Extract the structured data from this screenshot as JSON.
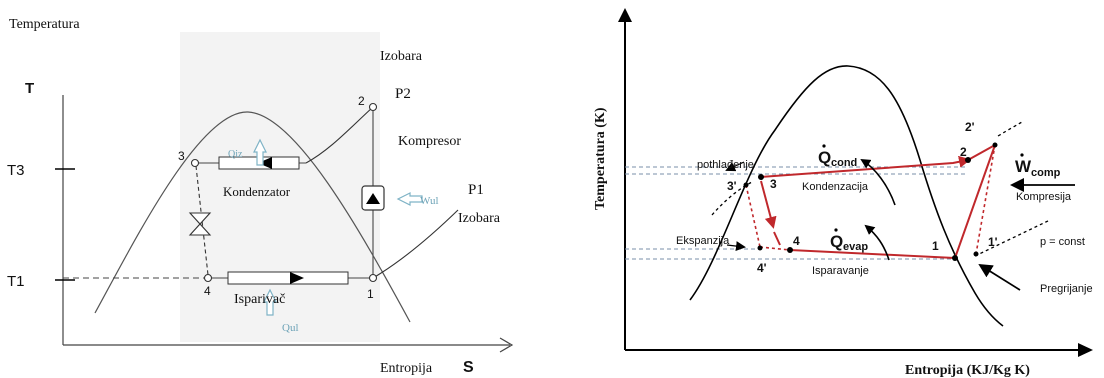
{
  "left": {
    "y_axis_label": "Temperatura",
    "x_axis_label": "Entropija",
    "x_symbol": "S",
    "y_symbol": "T",
    "tick_t3": "T3",
    "tick_t1": "T1",
    "izobara_top": "Izobara",
    "izobara_right": "Izobara",
    "p2": "P2",
    "p1": "P1",
    "kompresor": "Kompresor",
    "kondenzator": "Kondenzator",
    "isparivac": "Isparivač",
    "w_ul": "Wul",
    "q_iz": "Qiz",
    "q_ul": "Qul",
    "pt1": "1",
    "pt2": "2",
    "pt3": "3",
    "pt4": "4"
  },
  "right": {
    "y_axis_label": "Temperatura (K)",
    "x_axis_label": "Entropija (KJ/Kg K)",
    "pothladjenje": "pothlađenje",
    "q_cond": "Q",
    "q_cond_sub": "cond",
    "kondenzacija": "Kondenzacija",
    "w_comp": "W",
    "w_comp_sub": "comp",
    "kompresija": "Kompresija",
    "ekspanzija": "Ekspanzija",
    "q_evap": "Q",
    "q_evap_sub": "evap",
    "isparavanje": "Isparavanje",
    "p_const": "p = const",
    "pregrijanje": "Pregrijanje",
    "pt1": "1",
    "pt1p": "1'",
    "pt2": "2",
    "pt2p": "2'",
    "pt3": "3",
    "pt3p": "3'",
    "pt4": "4",
    "pt4p": "4'"
  },
  "colors": {
    "cycle_red": "#c0282c",
    "heat_arrow": "#7fb3c6",
    "dashed_blue": "#7a8fa8"
  }
}
